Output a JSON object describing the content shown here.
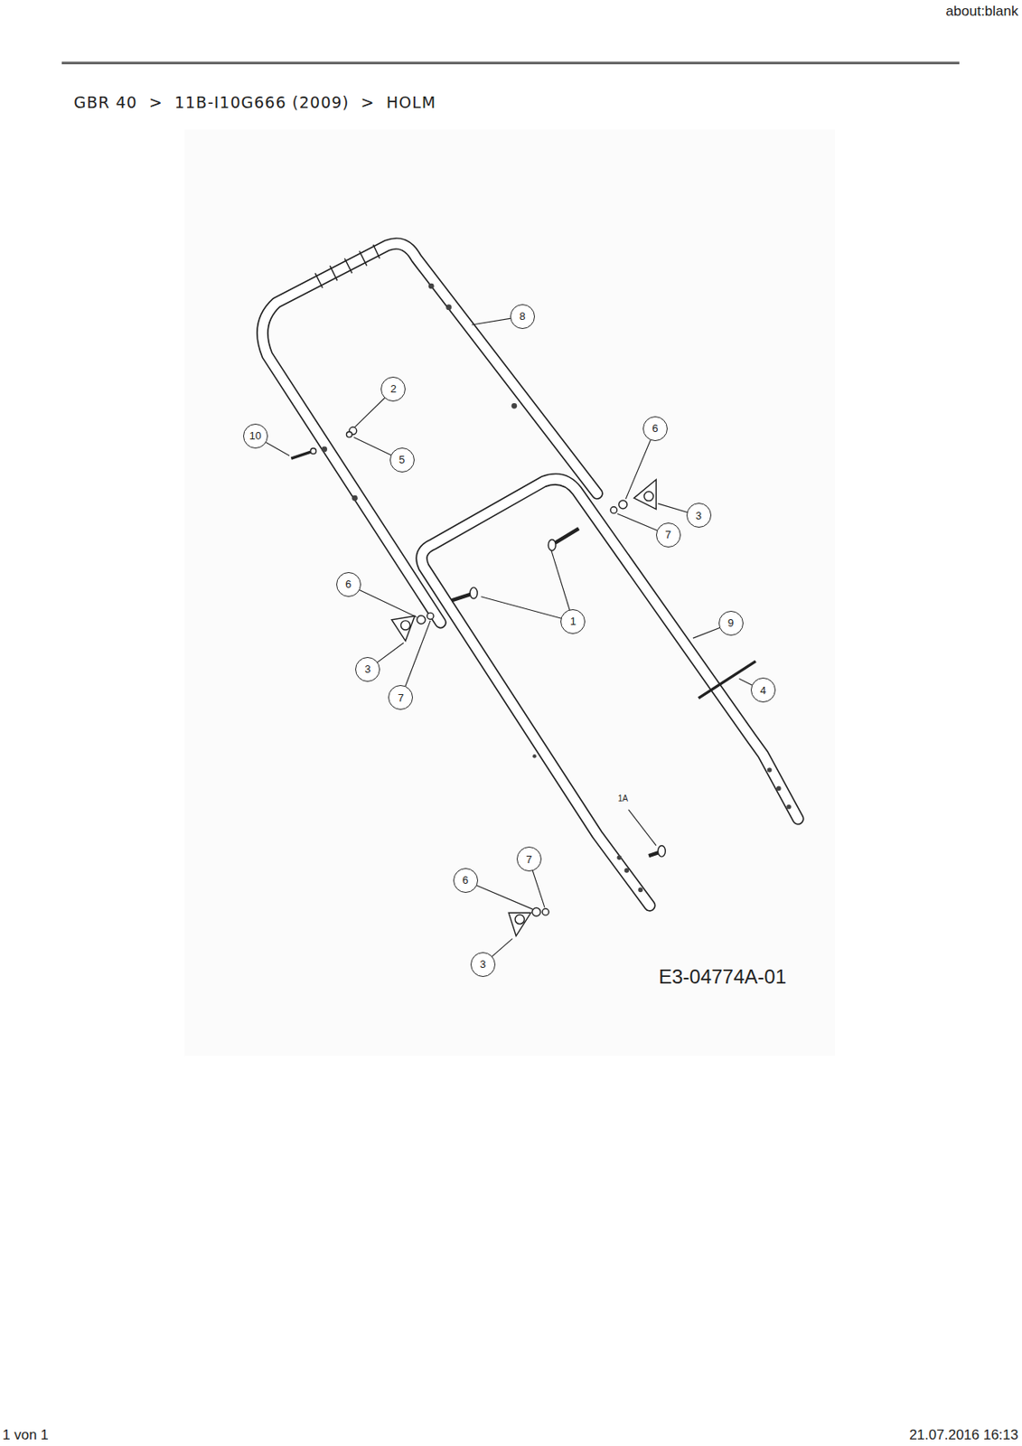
{
  "diagram": {
    "title": "GBR 40  >  11B-I10G666 (2009)  >  HOLM",
    "nodes": [
      {
        "text": [
          "8"
        ]
      },
      {
        "text": [
          "2"
        ]
      },
      {
        "text": [
          "10"
        ]
      },
      {
        "text": [
          "6"
        ]
      },
      {
        "text": [
          "5"
        ]
      },
      {
        "text": [
          "3"
        ]
      },
      {
        "text": [
          "7"
        ]
      },
      {
        "text": [
          "6"
        ]
      },
      {
        "text": [
          "1"
        ]
      },
      {
        "text": [
          "9"
        ]
      },
      {
        "text": [
          "3"
        ]
      },
      {
        "text": [
          "4"
        ]
      },
      {
        "text": [
          "7"
        ]
      },
      {
        "text": [
          "7"
        ]
      },
      {
        "text": [
          "6"
        ]
      },
      {
        "text": [
          "3"
        ]
      }
    ],
    "labels": [
      "about:blank",
      "1A",
      "E3-04774A-01",
      "1 von 1",
      "21.07.2016 16:13"
    ]
  }
}
